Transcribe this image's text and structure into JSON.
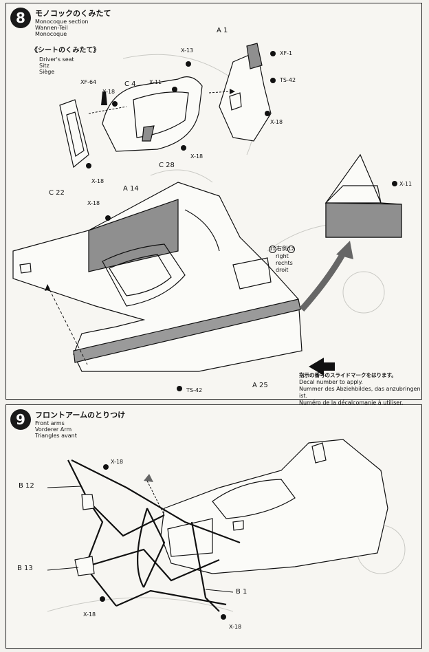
{
  "step8": {
    "number": "8",
    "title": "モノコックのくみたて",
    "sub1": "Monocoque section",
    "sub2": "Wannen-Teil",
    "sub3": "Monocoque",
    "seat_title": "《シートのくみたて》",
    "seat_sub1": "Driver's seat",
    "seat_sub2": "Sitz",
    "seat_sub3": "Siège",
    "labels": {
      "A1": "A 1",
      "XF1": "XF-1",
      "TS42_top": "TS-42",
      "X18_a": "X-18",
      "X13": "X-13",
      "XF64": "XF-64",
      "X18_b": "X-18",
      "C4": "C 4",
      "X11_a": "X-11",
      "X18_c": "X-18",
      "C28": "C 28",
      "X18_d": "X-18",
      "C22": "C 22",
      "A14": "A 14",
      "X18_e": "X-18",
      "X11_b": "X-11",
      "A25": "A 25",
      "TS42_bottom": "TS-42"
    },
    "decal": {
      "n1": "11",
      "jp": "右側",
      "n2": "12",
      "right": "right",
      "rechts": "rechts",
      "droit": "droit"
    },
    "decal_note": {
      "jp": "指示の番号のスライドマークをはります。",
      "en": "Decal number to apply.",
      "de": "Nummer des Abziehbildes, das anzubringen ist.",
      "fr": "Numéro de la décalcomanie à utiliser."
    }
  },
  "step9": {
    "number": "9",
    "title": "フロントアームのとりつけ",
    "sub1": "Front arms",
    "sub2": "Vorderer Arm",
    "sub3": "Triangles avant",
    "labels": {
      "X18_a": "X-18",
      "B12": "B 12",
      "B13": "B 13",
      "B1": "B 1",
      "X18_b": "X-18",
      "X18_c": "X-18"
    }
  },
  "colors": {
    "ink": "#111111",
    "tone": "#8f8f8f",
    "arrow": "#666666"
  }
}
